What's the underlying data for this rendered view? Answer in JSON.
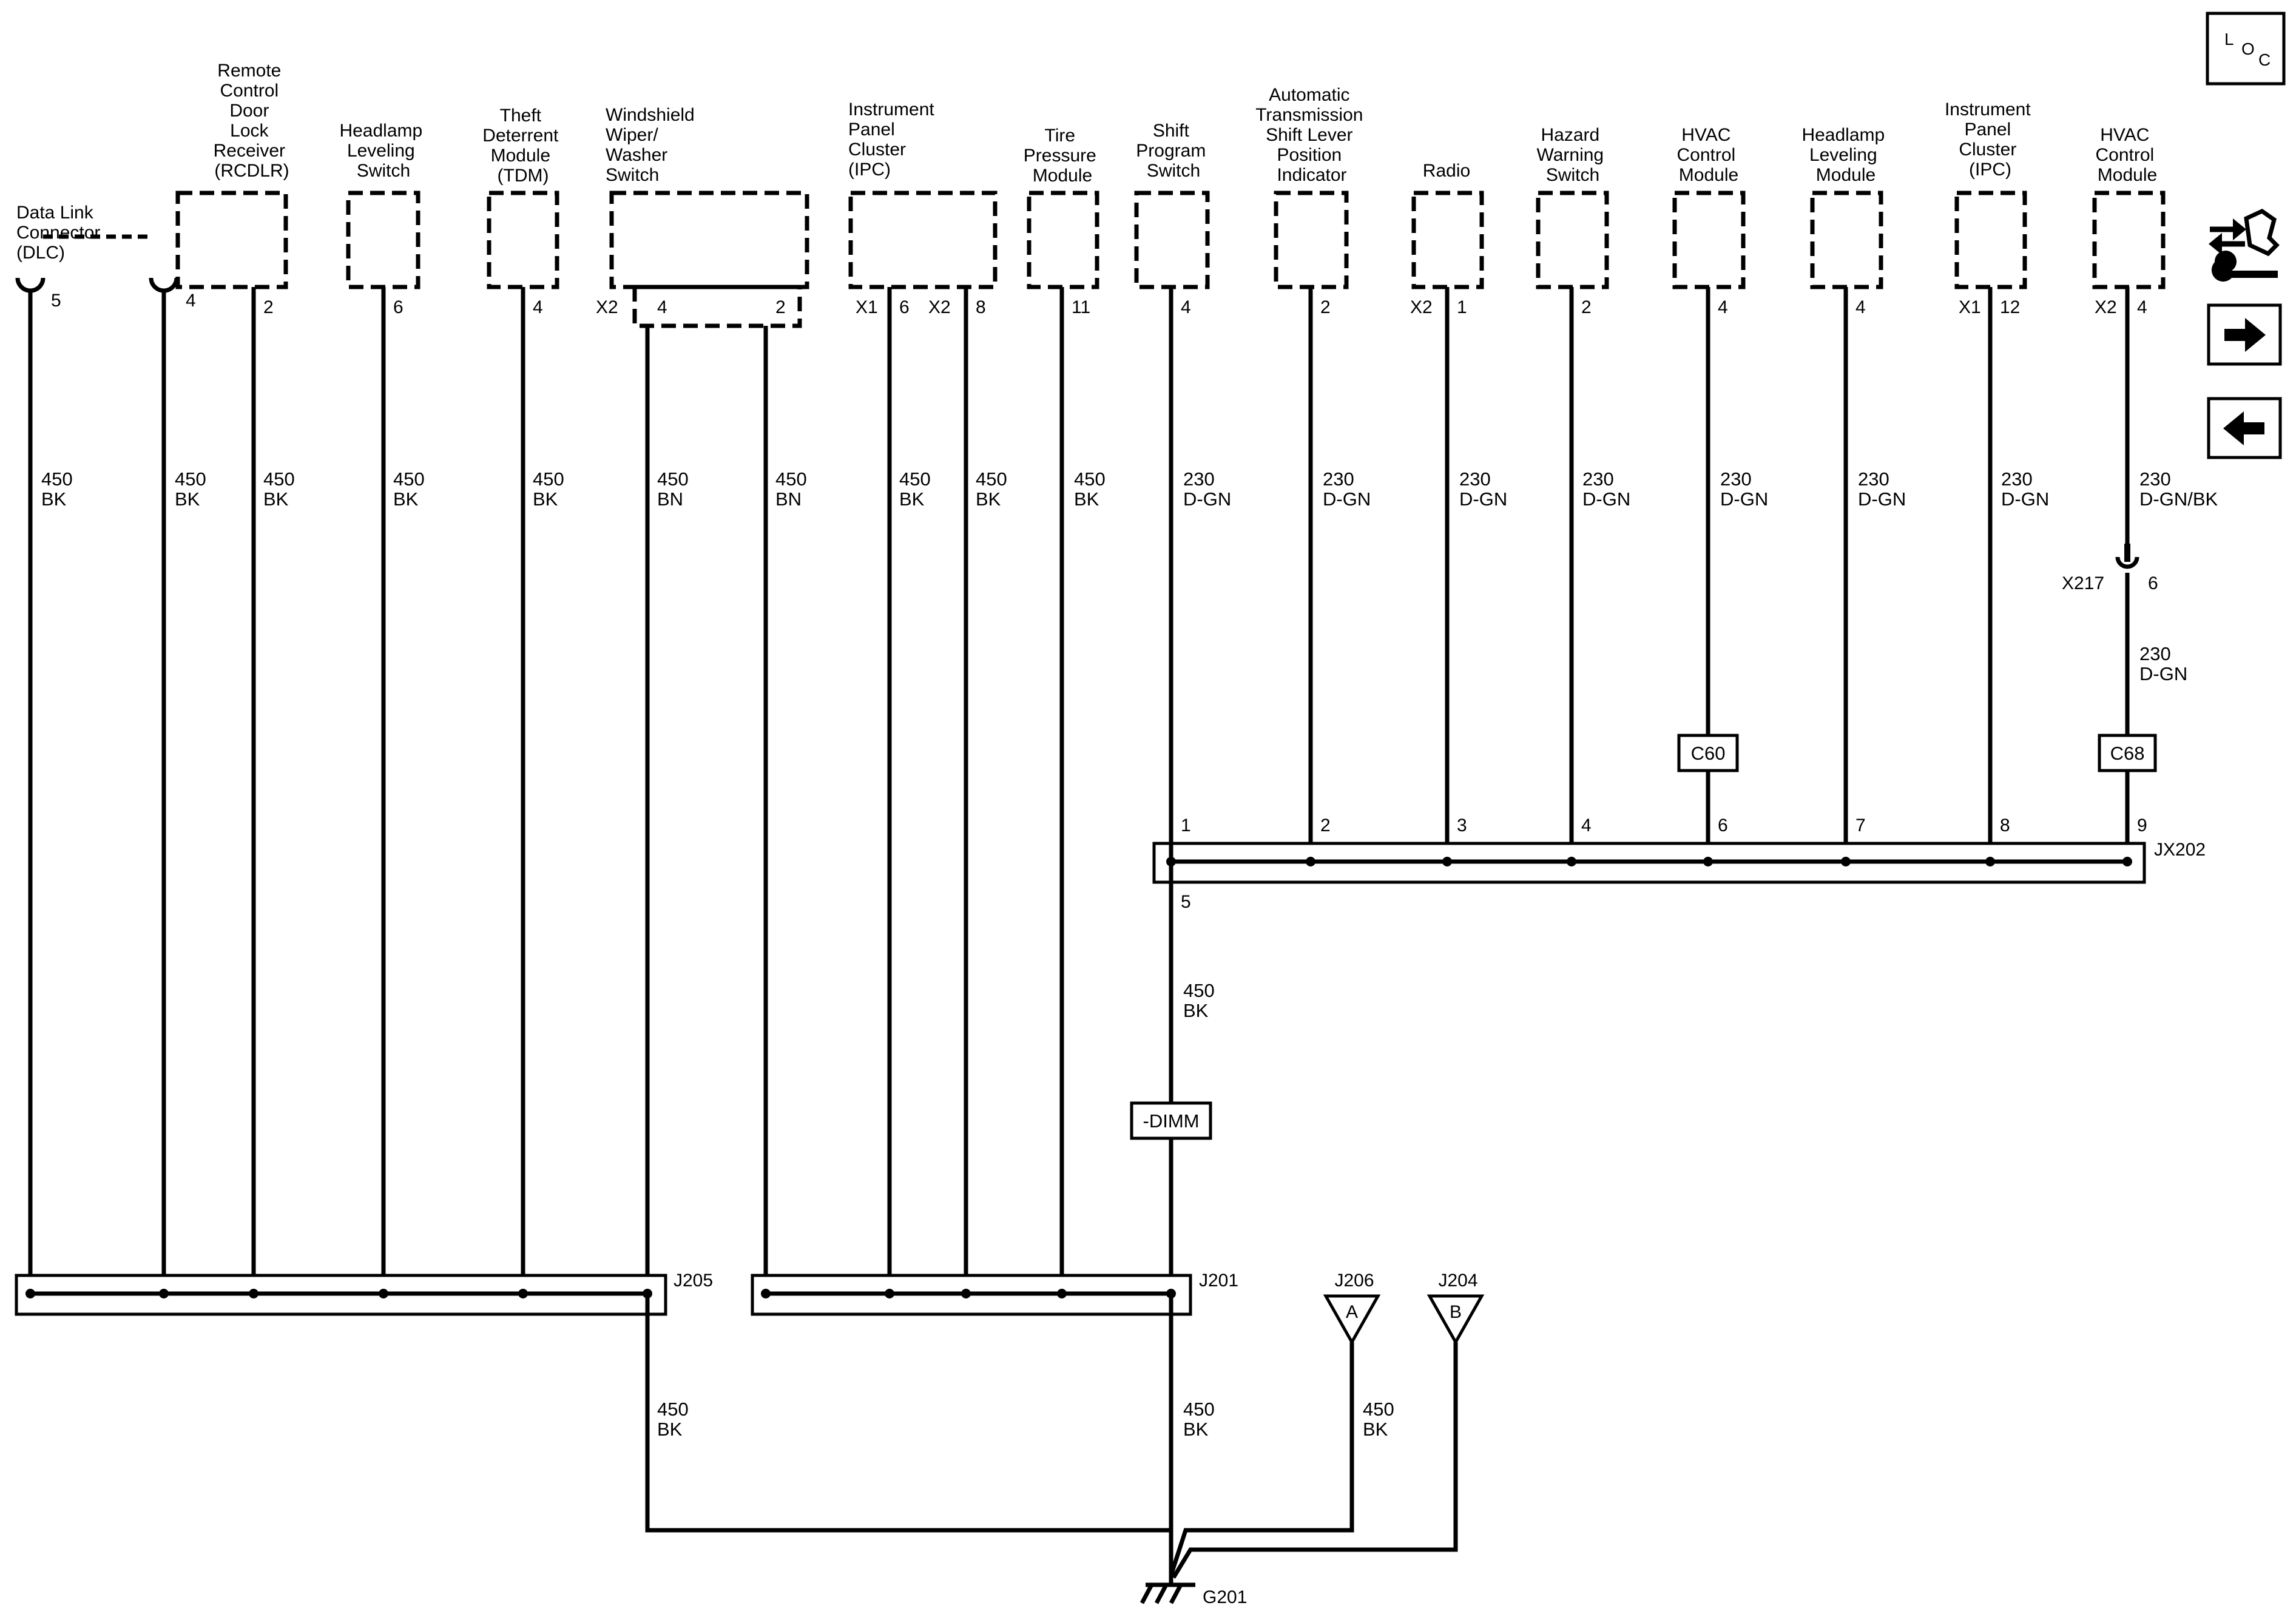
{
  "components": [
    {
      "lines": [
        "Data Link",
        "Connector",
        "(DLC)"
      ]
    },
    {
      "lines": [
        "Remote",
        "Control",
        "Door",
        "Lock",
        "Receiver",
        "(RCDLR)"
      ]
    },
    {
      "lines": [
        "Headlamp",
        "Leveling",
        "Switch"
      ]
    },
    {
      "lines": [
        "Theft",
        "Deterrent",
        "Module",
        "(TDM)"
      ]
    },
    {
      "lines": [
        "Windshield",
        "Wiper/",
        "Washer",
        "Switch"
      ]
    },
    {
      "lines": [
        "Instrument",
        "Panel",
        "Cluster",
        "(IPC)"
      ]
    },
    {
      "lines": [
        "Tire",
        "Pressure",
        "Module"
      ]
    },
    {
      "lines": [
        "Shift",
        "Program",
        "Switch"
      ]
    },
    {
      "lines": [
        "Automatic",
        "Transmission",
        "Shift Lever",
        "Position",
        "Indicator"
      ]
    },
    {
      "lines": [
        "Radio"
      ]
    },
    {
      "lines": [
        "Hazard",
        "Warning",
        "Switch"
      ]
    },
    {
      "lines": [
        "HVAC",
        "Control",
        "Module"
      ]
    },
    {
      "lines": [
        "Headlamp",
        "Leveling",
        "Module"
      ]
    },
    {
      "lines": [
        "Instrument",
        "Panel",
        "Cluster",
        "(IPC)"
      ]
    },
    {
      "lines": [
        "HVAC",
        "Control",
        "Module"
      ]
    }
  ],
  "connector_ids": [
    "X2",
    "X1",
    "X2",
    "X2",
    "X1",
    "X2"
  ],
  "pins": [
    "5",
    "4",
    "2",
    "6",
    "4",
    "4",
    "2",
    "6",
    "8",
    "11",
    "4",
    "2",
    "1",
    "2",
    "4",
    "4",
    "12",
    "4"
  ],
  "wires": [
    {
      "gauge": "450",
      "color": "BK"
    },
    {
      "gauge": "450",
      "color": "BK"
    },
    {
      "gauge": "450",
      "color": "BK"
    },
    {
      "gauge": "450",
      "color": "BK"
    },
    {
      "gauge": "450",
      "color": "BK"
    },
    {
      "gauge": "450",
      "color": "BN"
    },
    {
      "gauge": "450",
      "color": "BN"
    },
    {
      "gauge": "450",
      "color": "BK"
    },
    {
      "gauge": "450",
      "color": "BK"
    },
    {
      "gauge": "450",
      "color": "BK"
    },
    {
      "gauge": "230",
      "color": "D-GN"
    },
    {
      "gauge": "230",
      "color": "D-GN"
    },
    {
      "gauge": "230",
      "color": "D-GN"
    },
    {
      "gauge": "230",
      "color": "D-GN"
    },
    {
      "gauge": "230",
      "color": "D-GN"
    },
    {
      "gauge": "230",
      "color": "D-GN"
    },
    {
      "gauge": "230",
      "color": "D-GN"
    },
    {
      "gauge": "230",
      "color": "D-GN/BK"
    },
    {
      "gauge": "230",
      "color": "D-GN"
    },
    {
      "gauge": "450",
      "color": "BK"
    },
    {
      "gauge": "450",
      "color": "BK"
    },
    {
      "gauge": "450",
      "color": "BK"
    },
    {
      "gauge": "450",
      "color": "BK"
    }
  ],
  "inline_connector": {
    "id": "X217",
    "pin": "6"
  },
  "connector_tags": [
    "C60",
    "C68"
  ],
  "option_tag": "-DIMM",
  "splices": {
    "jx202": {
      "id": "JX202",
      "top_pins": [
        "1",
        "2",
        "3",
        "4",
        "6",
        "7",
        "8",
        "9"
      ],
      "bottom_pin": "5"
    },
    "j205": "J205",
    "j201": "J201"
  },
  "ground_connectors": [
    {
      "id": "J206",
      "letter": "A"
    },
    {
      "id": "J204",
      "letter": "B"
    }
  ],
  "ground": "G201",
  "loc_button": {
    "letters": [
      "L",
      "O",
      "C"
    ]
  },
  "nav_icons": [
    "connector-end-view-icon",
    "next-page-arrow-icon",
    "previous-page-arrow-icon"
  ],
  "colors": {
    "line": "#000000",
    "background": "#ffffff"
  }
}
